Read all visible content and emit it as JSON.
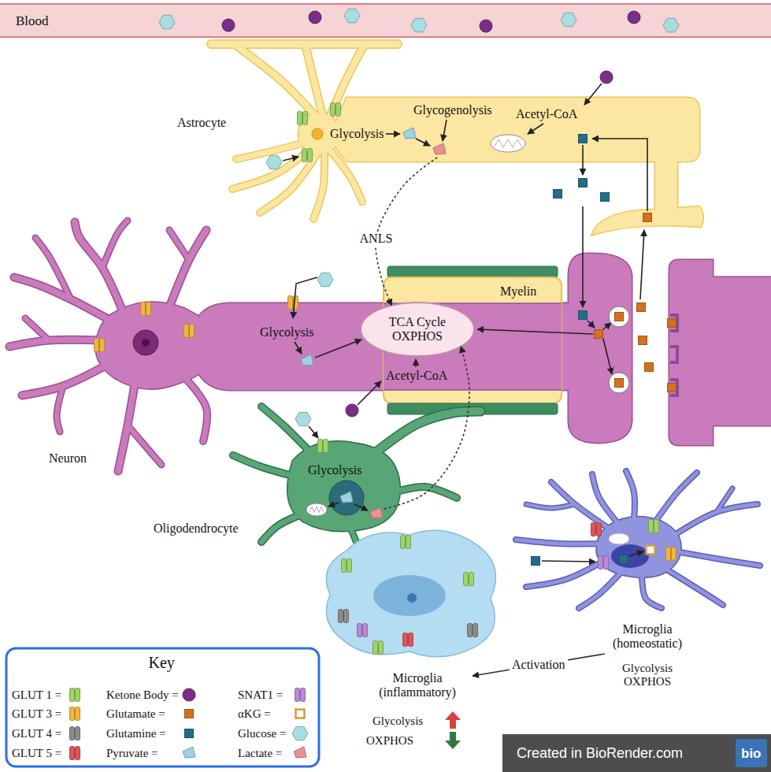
{
  "diagram": {
    "nodes": [
      {
        "text": [
          "Blood"
        ]
      },
      {
        "text": [
          "Astrocyte",
          "Glycolysis",
          "Glycogenolysis",
          "Acetyl-CoA"
        ]
      },
      {
        "text": [
          "Neuron",
          "Glycolysis",
          "Acetyl-CoA"
        ]
      },
      {
        "text": [
          "Myelin"
        ],
        "in": 2
      },
      {
        "text": [
          "TCA Cycle OXPHOS"
        ],
        "in": 2
      },
      {
        "text": [
          "Oligodendrocyte",
          "Glycolysis"
        ]
      },
      {
        "text": [
          "Microglia (homeostatic)",
          "Glycolysis OXPHOS"
        ]
      },
      {
        "text": [
          "Microglia (inflammatory)",
          "Glycolysis",
          "OXPHOS"
        ]
      }
    ],
    "edges": [
      {
        "from": 1,
        "to": 4,
        "label": "ANLS",
        "arrow": "to"
      },
      {
        "from": 5,
        "to": 4,
        "arrow": "to"
      },
      {
        "from": 6,
        "to": 7,
        "label": "Activation",
        "arrow": "to"
      }
    ],
    "labels": [
      "Key",
      "Created in BioRender.com",
      "bio"
    ],
    "legend": [
      {
        "text": "GLUT 1 =",
        "color": "#9fd468"
      },
      {
        "text": "GLUT 3 =",
        "color": "#f3b441"
      },
      {
        "text": "GLUT 4 =",
        "color": "#8c8c8c"
      },
      {
        "text": "GLUT 5 =",
        "color": "#e0555b"
      },
      {
        "text": "Ketone Body =",
        "color": "#7a2e86"
      },
      {
        "text": "Glutamate =",
        "color": "#d4711f"
      },
      {
        "text": "Glutamine =",
        "color": "#1f6f8b"
      },
      {
        "text": "Pyruvate =",
        "color": "#9ad3e6"
      },
      {
        "text": "SNAT1 =",
        "color": "#b88ad8"
      },
      {
        "text": "αKG =",
        "color": "#d99a3a"
      },
      {
        "text": "Glucose =",
        "color": "#a8dde2"
      },
      {
        "text": "Lactate =",
        "color": "#ee8f94"
      }
    ]
  }
}
